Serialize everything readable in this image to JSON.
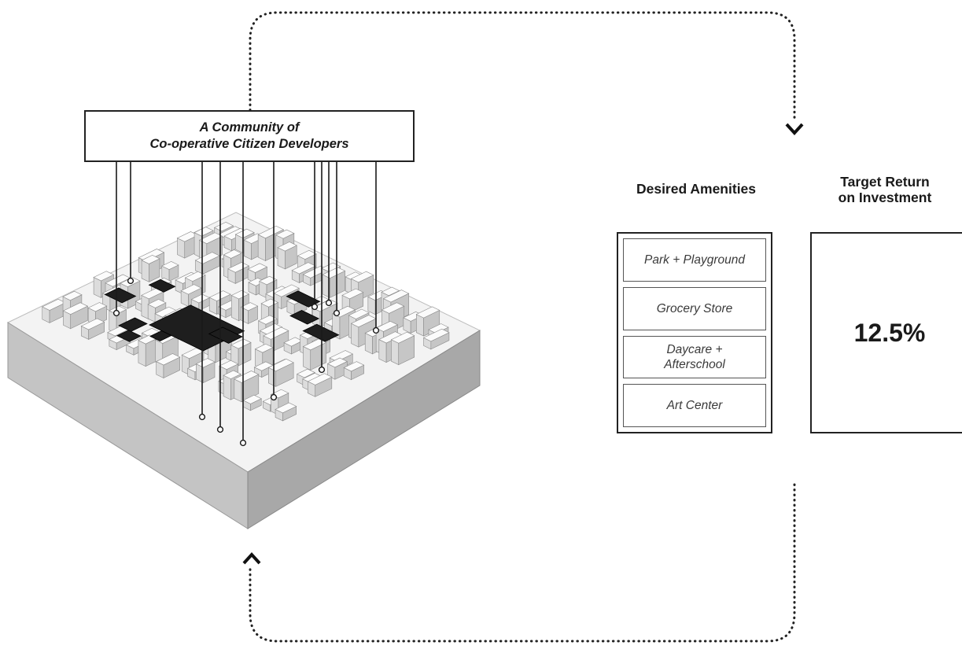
{
  "community": {
    "line1": "A Community of",
    "line2": "Co-operative Citizen Developers"
  },
  "amenities": {
    "heading": "Desired Amenities",
    "items": [
      {
        "label": "Park + Playground"
      },
      {
        "label": "Grocery Store"
      },
      {
        "label": "Daycare + Afterschool"
      },
      {
        "label": "Art Center"
      }
    ]
  },
  "roi": {
    "heading_line1": "Target Return",
    "heading_line2": "on Investment",
    "value": "12.5%"
  },
  "colors": {
    "ink": "#1a1a1a",
    "building": "#f2f2f2",
    "parcel_dark": "#1e1e1e",
    "ground_side": "#b8b8b8"
  }
}
